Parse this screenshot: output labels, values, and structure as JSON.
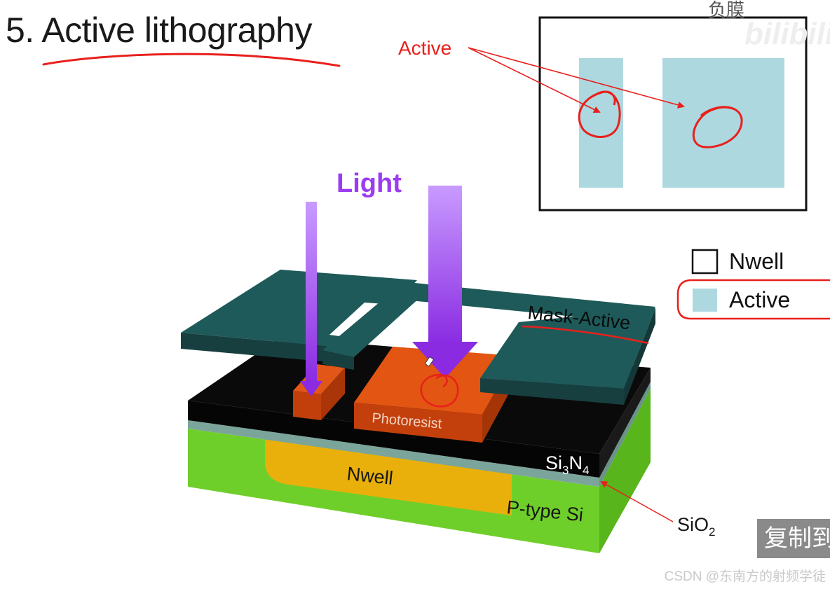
{
  "header": {
    "title": "5. Active lithography"
  },
  "mask_panel": {
    "label": "Active"
  },
  "legend": {
    "items": [
      {
        "label": "Nwell"
      },
      {
        "label": "Active"
      }
    ]
  },
  "diagram": {
    "light": "Light",
    "mask": "Mask-Active",
    "photoresist": "Photoresist",
    "nwell": "Nwell",
    "si3n4": {
      "base": "Si",
      "sub1": "3",
      "mid": "N",
      "sub2": "4"
    },
    "p_type": "P-type Si",
    "sio2": {
      "base": "SiO",
      "sub": "2"
    }
  },
  "overlay": {
    "copy_button": "复制到",
    "credit": "CSDN @东南方的射频学徒",
    "top_text": "负膜",
    "watermark": "bilibili"
  },
  "colors": {
    "annotation_red": "#e8201c",
    "active_fill": "#add8e0",
    "light_purple": "#9b3cf0",
    "mask_teal": "#1f5a5a",
    "photoresist_orange": "#d2440e",
    "nwell_yellow": "#e9b00b",
    "substrate_green": "#6fcf2a",
    "si3n4_black": "#060606"
  }
}
